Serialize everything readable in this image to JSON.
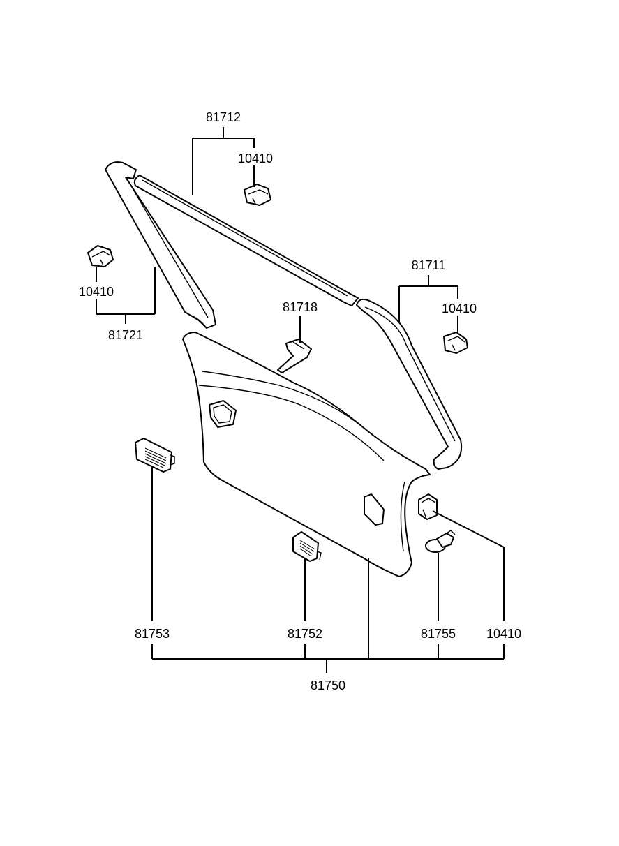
{
  "callouts": {
    "molding_upper": "81712",
    "clip_upper": "10410",
    "clip_left": "10410",
    "molding_left": "81721",
    "molding_right": "81711",
    "clip_right": "10410",
    "hook": "81718",
    "cover_left": "81753",
    "cover_center": "81752",
    "fastener": "81755",
    "clip_lower": "10410",
    "trim_assembly": "81750"
  }
}
